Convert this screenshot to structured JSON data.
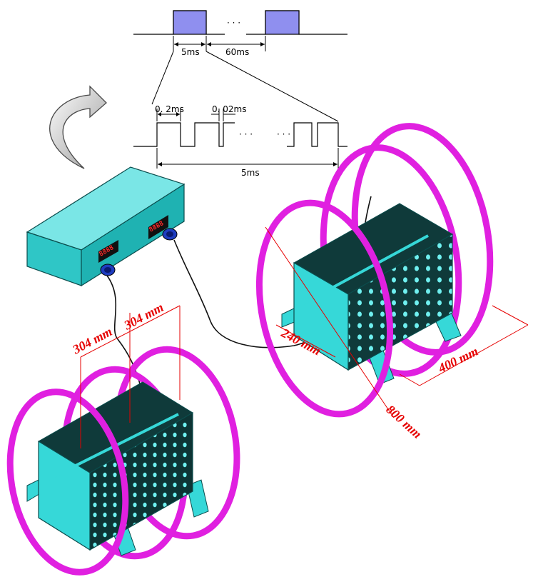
{
  "waveform_top": {
    "pulse_width_label": "5ms",
    "gap_label": "60ms",
    "ellipsis": "· · ·"
  },
  "waveform_detail": {
    "period_label": "0. 2ms",
    "gap_label": "0. 02ms",
    "total_label": "5ms",
    "ellipsis_1": "· · ·",
    "ellipsis_2": "· · ·"
  },
  "generator": {
    "display_left": "8888",
    "display_right": "8888"
  },
  "dimensions": {
    "coil_spacing_a": "304 mm",
    "coil_spacing_b": "304 mm",
    "box_height": "240 mm",
    "box_length": "400 mm",
    "coil_diameter": "800 mm"
  },
  "colors": {
    "coil": "#e020e0",
    "box": "#36d8d8",
    "box_dark": "#0f3a3a",
    "pulse_fill": "#8f8fef",
    "dimension": "#e60000"
  },
  "icons": {
    "flow_arrow": "curved-arrow-icon"
  }
}
